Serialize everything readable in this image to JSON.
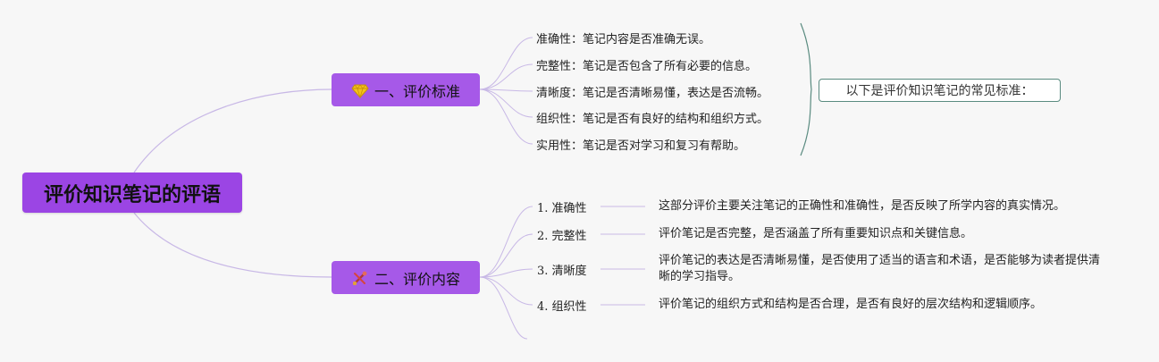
{
  "root": {
    "title": "评价知识笔记的评语"
  },
  "branches": [
    {
      "label": "一、评价标准",
      "icon": "gem-icon",
      "items": [
        "准确性：笔记内容是否准确无误。",
        "完整性：笔记是否包含了所有必要的信息。",
        "清晰度：笔记是否清晰易懂，表达是否流畅。",
        "组织性：笔记是否有良好的结构和组织方式。",
        "实用性：笔记是否对学习和复习有帮助。"
      ],
      "summary": "以下是评价知识笔记的常见标准："
    },
    {
      "label": "二、评价内容",
      "icon": "tools-icon",
      "items": [
        {
          "label": "1. 准确性",
          "desc": "这部分评价主要关注笔记的正确性和准确性，是否反映了所学内容的真实情况。"
        },
        {
          "label": "2. 完整性",
          "desc": "评价笔记是否完整，是否涵盖了所有重要知识点和关键信息。"
        },
        {
          "label": "3. 清晰度",
          "desc": "评价笔记的表达是否清晰易懂，是否使用了适当的语言和术语，是否能够为读者提供清晰的学习指导。"
        },
        {
          "label": "4. 组织性",
          "desc": "评价笔记的组织方式和结构是否合理，是否有良好的层次结构和逻辑顺序。"
        }
      ]
    }
  ],
  "colors": {
    "background": "#f7f7f7",
    "root_fill": "#9b45e4",
    "branch_fill": "#a659e8",
    "link": "#c8b8e6",
    "bracket": "#5a8b80"
  }
}
